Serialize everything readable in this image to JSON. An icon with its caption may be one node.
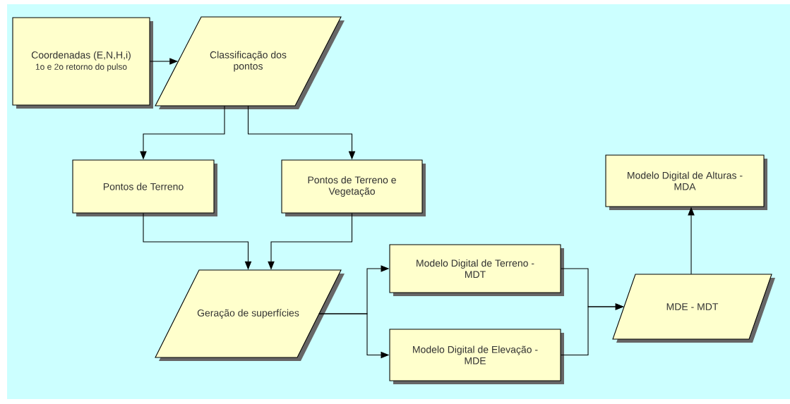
{
  "diagram": {
    "nodes": [
      {
        "text": [
          "Coordenadas (E,N,H,i)",
          "1o e 2o retorno do pulso"
        ]
      },
      {
        "text": [
          "Classificação dos pontos"
        ]
      },
      {
        "text": [
          "Pontos de Terreno"
        ]
      },
      {
        "text": [
          "Pontos de Terreno e Vegetação"
        ]
      },
      {
        "text": [
          "Geração de superfícies"
        ]
      },
      {
        "text": [
          "Modelo Digital de Terreno - MDT"
        ]
      },
      {
        "text": [
          "Modelo Digital de Elevação - MDE"
        ]
      },
      {
        "text": [
          "MDE - MDT"
        ]
      },
      {
        "text": [
          "Modelo Digital de Alturas - MDA"
        ]
      }
    ],
    "edges": [
      {
        "from": 0,
        "to": 1,
        "arrow": "to"
      },
      {
        "from": 1,
        "to": 2,
        "arrow": "to"
      },
      {
        "from": 1,
        "to": 3,
        "arrow": "to"
      },
      {
        "from": 2,
        "to": 4,
        "arrow": "to"
      },
      {
        "from": 3,
        "to": 4,
        "arrow": "to"
      },
      {
        "from": 4,
        "to": 5,
        "arrow": "to"
      },
      {
        "from": 4,
        "to": 6,
        "arrow": "to"
      },
      {
        "from": 5,
        "to": 7,
        "arrow": "to"
      },
      {
        "from": 6,
        "to": 7,
        "arrow": "to"
      },
      {
        "from": 7,
        "to": 8,
        "arrow": "to"
      }
    ]
  }
}
